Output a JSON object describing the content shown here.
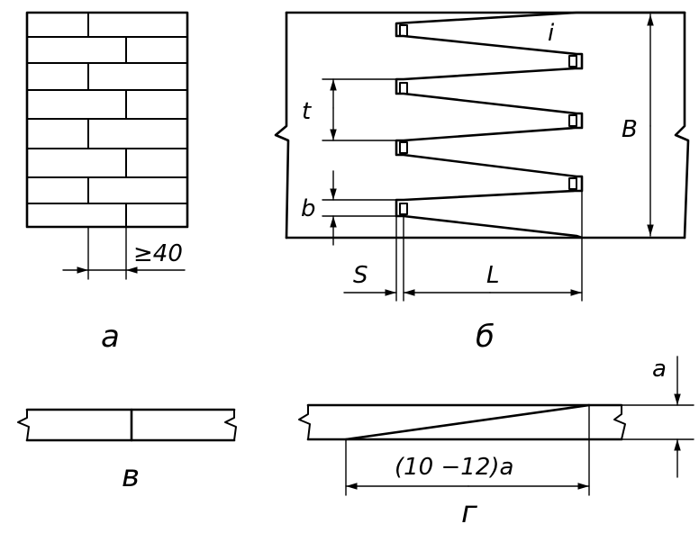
{
  "figure_a": {
    "caption": "а",
    "dimension": "≥40"
  },
  "figure_b": {
    "caption": "б",
    "labels": {
      "i": "i",
      "t": "t",
      "b": "b",
      "B": "B",
      "S": "S",
      "L": "L"
    }
  },
  "figure_v": {
    "caption": "в"
  },
  "figure_g": {
    "caption": "г",
    "length": "(10 −12)a",
    "thickness": "a"
  }
}
